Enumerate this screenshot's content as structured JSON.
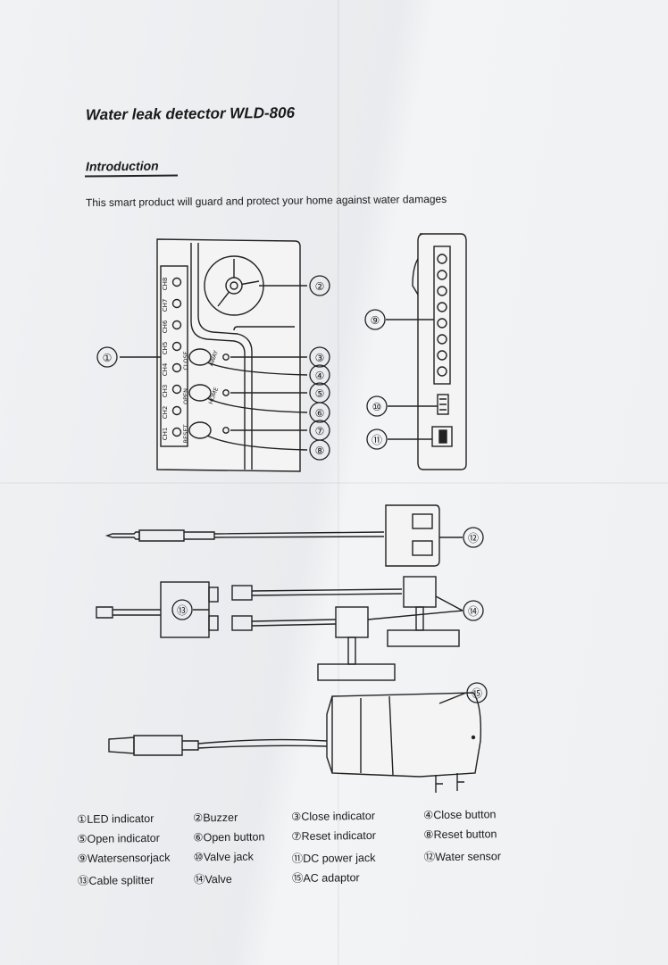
{
  "document": {
    "title": "Water leak detector WLD-806",
    "section_heading": "Introduction",
    "intro_text": "This smart product will guard and protect your home against water damages"
  },
  "panel": {
    "channels": [
      "CH1",
      "CH2",
      "CH3",
      "CH4",
      "CH5",
      "CH6",
      "CH7",
      "CH8"
    ],
    "buttons": [
      "CLOSE",
      "AWAY",
      "OPEN",
      "HOME",
      "RESET"
    ]
  },
  "callouts": [
    "①",
    "②",
    "③",
    "④",
    "⑤",
    "⑥",
    "⑦",
    "⑧",
    "⑨",
    "⑩",
    "⑪",
    "⑫",
    "⑬",
    "⑭",
    "⑮"
  ],
  "legend": [
    [
      "①LED indicator",
      "②Buzzer",
      "③Close indicator",
      "④Close button"
    ],
    [
      "⑤Open indicator",
      "⑥Open button",
      "⑦Reset indicator",
      "⑧Reset button"
    ],
    [
      "⑨Watersensorjack",
      "⑩Valve jack",
      "⑪DC power jack",
      "⑫Water sensor"
    ],
    [
      "⑬Cable splitter",
      "⑭Valve",
      "⑮AC adaptor"
    ]
  ]
}
